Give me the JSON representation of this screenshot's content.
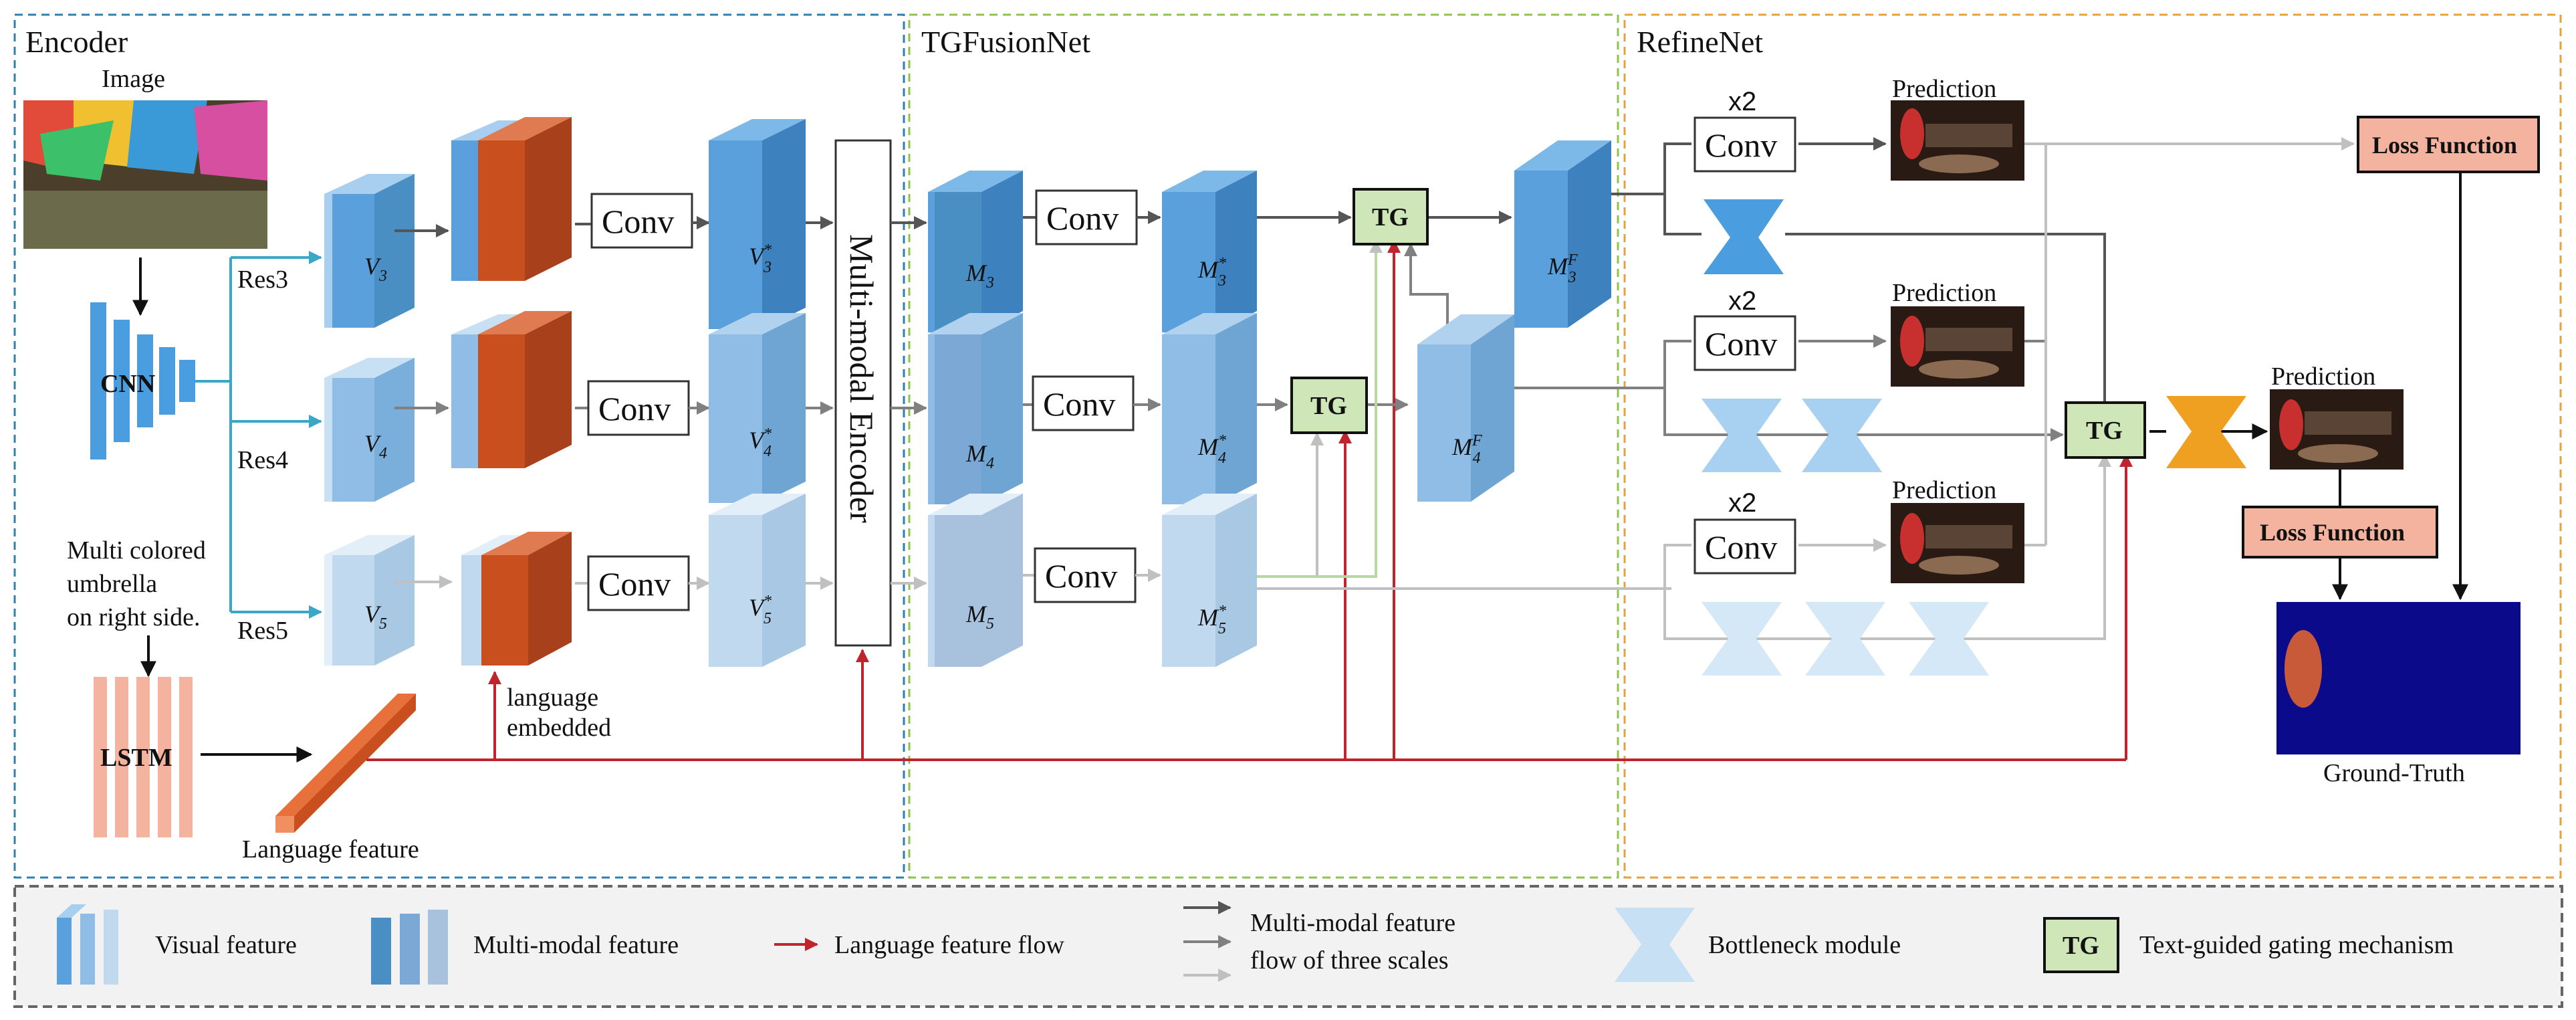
{
  "sections": {
    "encoder": "Encoder",
    "tgfusion": "TGFusionNet",
    "refine": "RefineNet"
  },
  "encoder": {
    "image_label": "Image",
    "cnn_label": "CNN",
    "lstm_label": "LSTM",
    "res_labels": [
      "Res3",
      "Res4",
      "Res5"
    ],
    "text_lines": [
      "Multi colored",
      "umbrella",
      "on right side."
    ],
    "language_feature": "Language feature",
    "language_embedded": [
      "language",
      "embedded"
    ],
    "conv": "Conv",
    "mm_encoder": "Multi-modal Encoder",
    "visual_features": [
      "V3",
      "V4",
      "V5"
    ],
    "visual_star_features": [
      "V3*",
      "V4*",
      "V5*"
    ]
  },
  "tgfusion": {
    "conv": "Conv",
    "mm_features": [
      "M3",
      "M4",
      "M5"
    ],
    "mm_star_features": [
      "M3*",
      "M4*",
      "M5*"
    ],
    "fused_features": [
      "M3F",
      "M4F"
    ],
    "tg": "TG"
  },
  "refine": {
    "x2": "x2",
    "conv": "Conv",
    "prediction": "Prediction",
    "loss_function": "Loss Function",
    "tg": "TG",
    "ground_truth": "Ground-Truth"
  },
  "legend": {
    "visual_feature": "Visual feature",
    "multimodal_feature": "Multi-modal feature",
    "language_flow": "Language feature flow",
    "flow_line1": "Multi-modal feature",
    "flow_line2": "flow of three scales",
    "bottleneck": "Bottleneck module",
    "tg": "TG",
    "tg_desc": "Text-guided gating mechanism"
  },
  "colors": {
    "encoder_border": "#2f7fb0",
    "tgfusion_border": "#8fc24f",
    "refine_border": "#e8a23a",
    "language_flow": "#c0242c",
    "flow_dark": "#555555",
    "flow_mid": "#808080",
    "flow_light": "#c0c0c0",
    "tg_fill": "#cfe6b8",
    "loss_fill": "#f4b39f",
    "lstm_fill": "#f4b39f",
    "cnn_fill": "#4a9ee0",
    "bottleneck_orange": "#f0a020",
    "ground_truth_bg": "#0a0a8a"
  }
}
